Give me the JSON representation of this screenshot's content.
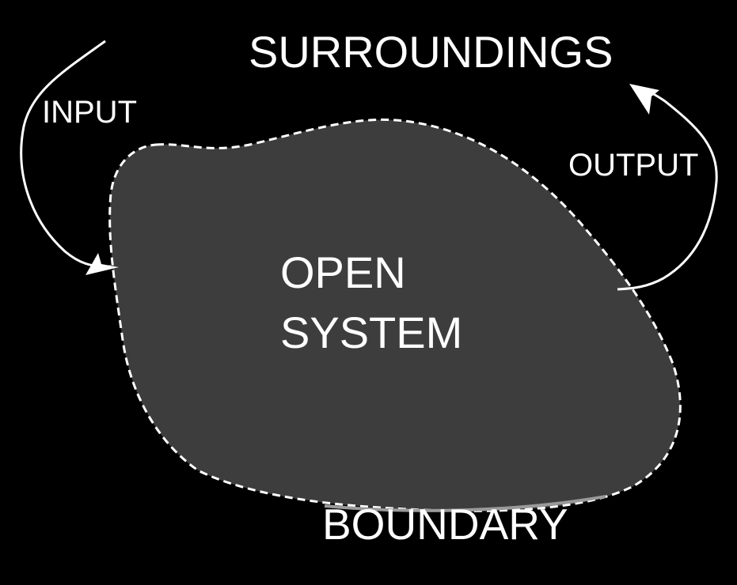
{
  "diagram": {
    "title": "SURROUNDINGS",
    "system_label_line1": "OPEN",
    "system_label_line2": "SYSTEM",
    "input_label": "INPUT",
    "output_label": "OUTPUT",
    "boundary_label": "BOUNDARY"
  },
  "colors": {
    "background": "#000000",
    "system_fill": "#3d3d3d",
    "boundary_stroke": "#ffffff",
    "arrow_stroke": "#ffffff",
    "text": "#ffffff"
  }
}
